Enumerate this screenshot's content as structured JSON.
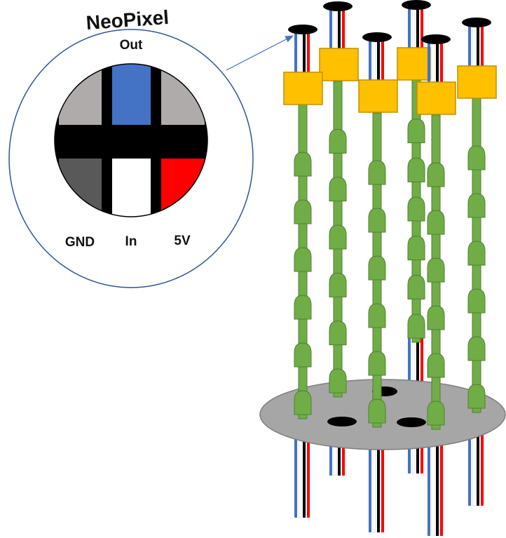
{
  "title": "NeoPixel",
  "pin_labels": {
    "out": "Out",
    "gnd": "GND",
    "in": "In",
    "v5": "5V"
  },
  "colors": {
    "wire_blue": "#4472C4",
    "wire_black": "#000000",
    "wire_white": "#ffffff",
    "wire_red": "#ff0000",
    "pad_gray_light": "#afabab",
    "pad_gray_dark": "#595959",
    "connector": "#ffc000",
    "stick": "#70ad47",
    "stick_outline": "#507e32",
    "base": "#a6a6a6",
    "circle_outline": "#2f5597"
  },
  "strands": 6,
  "leds_per_strand": 6
}
